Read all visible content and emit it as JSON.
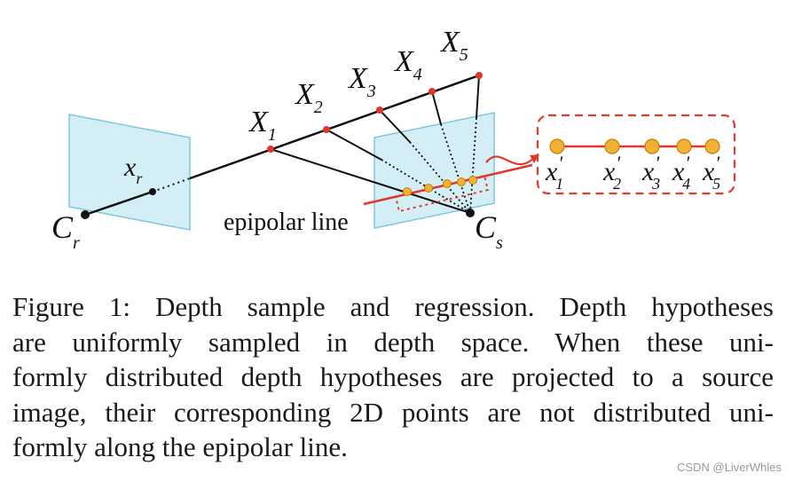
{
  "figure": {
    "points": {
      "X": [
        "X",
        "X",
        "X",
        "X",
        "X"
      ],
      "X_sub": [
        "1",
        "2",
        "3",
        "4",
        "5"
      ],
      "x": [
        "x",
        "x",
        "x",
        "x",
        "x"
      ],
      "x_prime": "′"
    },
    "reference_point": {
      "base": "x",
      "sub": "r"
    },
    "camera_ref": {
      "base": "C",
      "sub": "r"
    },
    "camera_src": {
      "base": "C",
      "sub": "s"
    },
    "epipolar_label": "epipolar line"
  },
  "caption": {
    "lines": [
      "Figure 1: Depth sample and regression. Depth hypotheses",
      "are uniformly sampled in depth space. When these uni-",
      "formly distributed depth hypotheses are projected to a source",
      "image, their corresponding 2D points are not distributed uni-",
      "formly along the epipolar line."
    ]
  },
  "watermark": "CSDN @LiverWhles",
  "colors": {
    "plane_fill": "#d4eef6",
    "plane_stroke": "#7fc7e0",
    "red": "#e0362b",
    "dot_orange": "#f2b134",
    "dashed_box": "#e53a2d"
  }
}
